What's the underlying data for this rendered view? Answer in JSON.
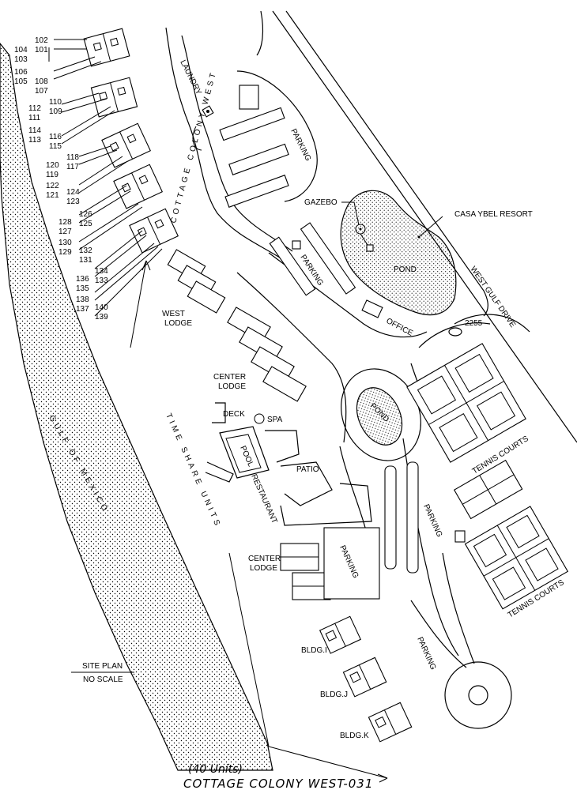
{
  "map": {
    "labels": {
      "laundry": "LAUNDRY",
      "parking": "PARKING",
      "gazebo": "GAZEBO",
      "resort": "CASA YBEL RESORT",
      "pond": "POND",
      "road": "WEST GULF DRIVE",
      "street_number": "2255",
      "office": "OFFICE",
      "cottage_colony": "COTTAGE COLONY WEST",
      "west_lodge_1": "WEST",
      "west_lodge_2": "LODGE",
      "center_lodge_1": "CENTER",
      "center_lodge_2": "LODGE",
      "deck": "DECK",
      "spa": "SPA",
      "pool": "POOL",
      "patio": "PATIO",
      "restaurant": "RESTAURANT",
      "tennis_courts": "TENNIS COURTS",
      "time_share_units": "TIME SHARE UNITS",
      "gulf": "GULF OF MEXICO",
      "bldg_i": "BLDG.I",
      "bldg_j": "BLDG.J",
      "bldg_k": "BLDG.K"
    },
    "unit_numbers": {
      "u102": "102",
      "u101": "101",
      "u104": "104",
      "u103": "103",
      "u106": "106",
      "u105": "105",
      "u108": "108",
      "u107": "107",
      "u110": "110",
      "u109": "109",
      "u112": "112",
      "u111": "111",
      "u114": "114",
      "u113": "113",
      "u116": "116",
      "u115": "115",
      "u118": "118",
      "u117": "117",
      "u120": "120",
      "u119": "119",
      "u122": "122",
      "u121": "121",
      "u124": "124",
      "u123": "123",
      "u126": "126",
      "u125": "125",
      "u128": "128",
      "u127": "127",
      "u130": "130",
      "u129": "129",
      "u132": "132",
      "u131": "131",
      "u134": "134",
      "u133": "133",
      "u136": "136",
      "u135": "135",
      "u138": "138",
      "u137": "137",
      "u140": "140",
      "u139": "139"
    },
    "site_plan": "SITE PLAN",
    "scale": "NO SCALE",
    "footer_units": "(40 Units)",
    "footer_title": "COTTAGE COLONY WEST-031"
  }
}
